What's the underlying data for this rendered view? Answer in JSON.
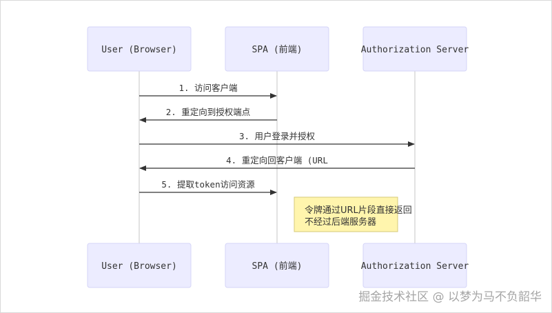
{
  "actors": {
    "user": "User (Browser)",
    "spa": "SPA (前端)",
    "auth": "Authorization Server"
  },
  "messages": {
    "m1": "1. 访问客户端",
    "m2": "2. 重定向到授权端点",
    "m3": "3. 用户登录并授权",
    "m4": "4. 重定向回客户端 (URL",
    "m5": "5. 提取token访问资源"
  },
  "note": {
    "line1": "令牌通过URL片段直接返回",
    "line2": "不经过后端服务器"
  },
  "watermark": "掘金技术社区 @ 以梦为马不负韶华",
  "colors": {
    "actor_fill": "#ececff",
    "actor_border": "#d4d4f7",
    "note_fill": "#fff5ad",
    "line": "#333333"
  }
}
